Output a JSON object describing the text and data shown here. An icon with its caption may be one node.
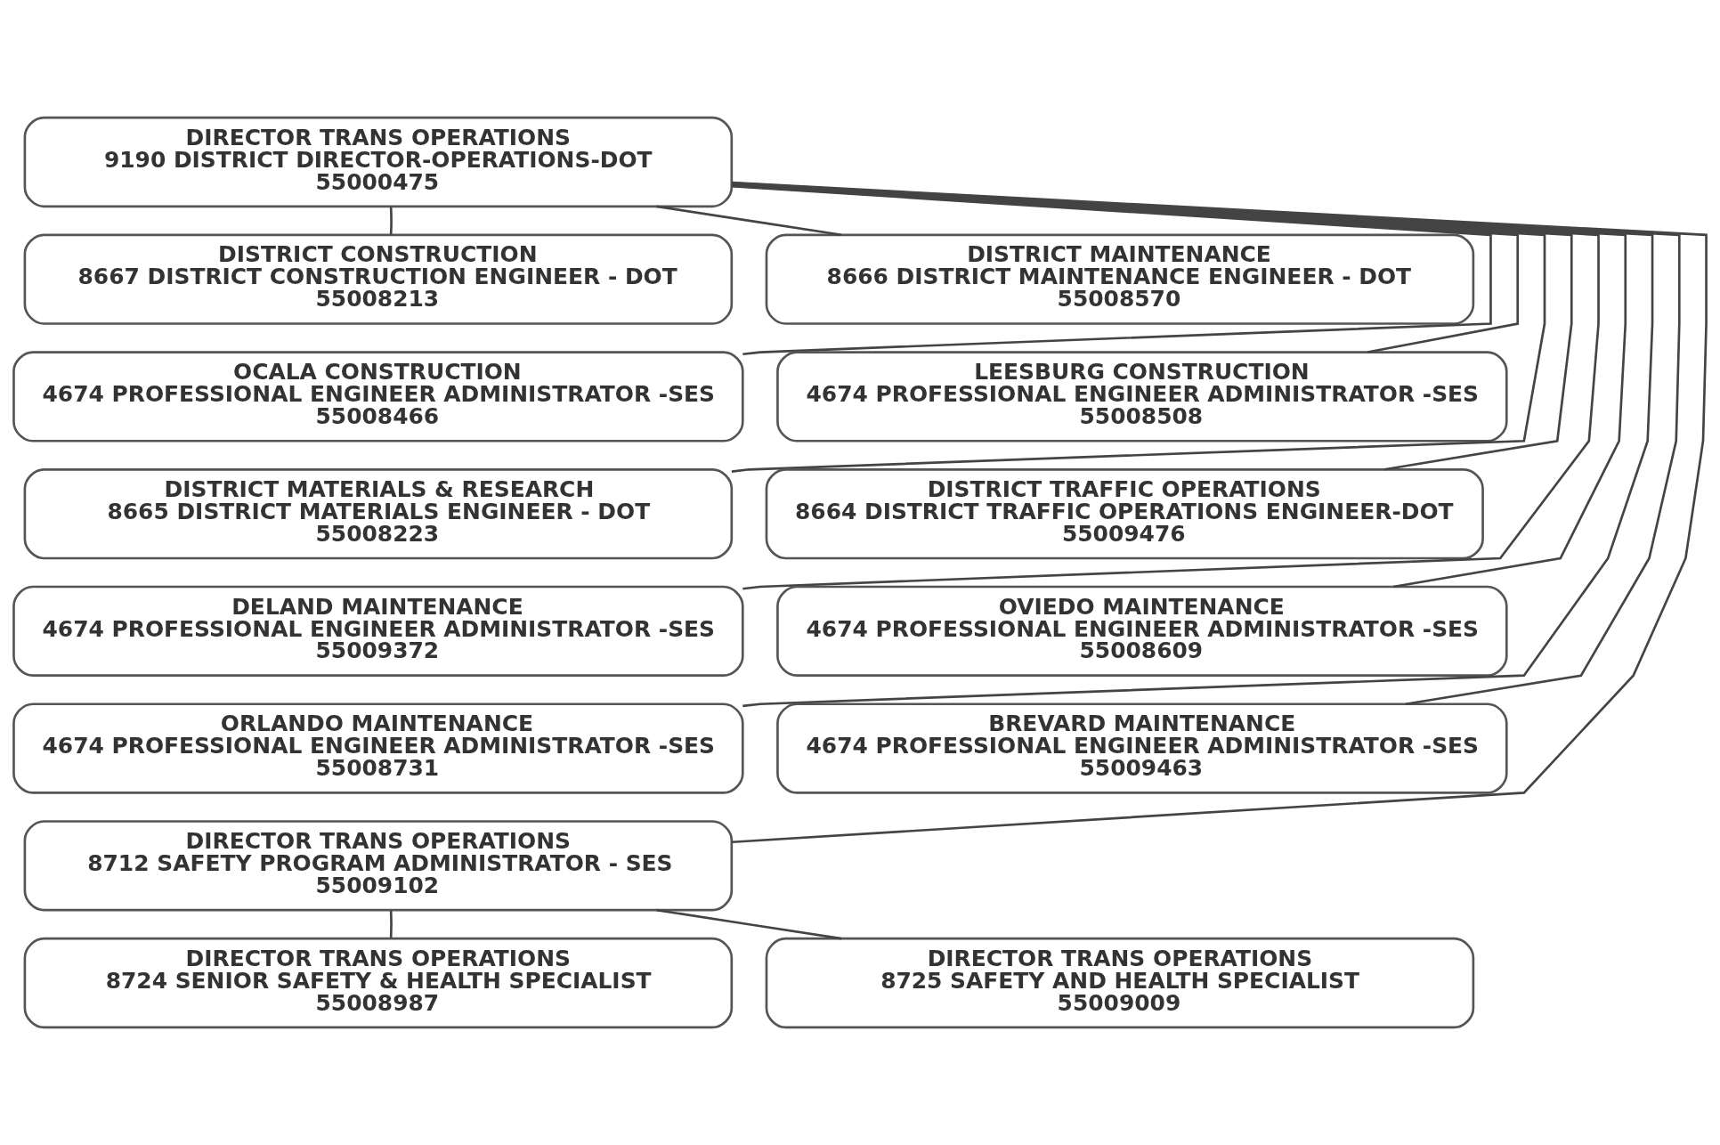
{
  "diagram": {
    "nodes": [
      {
        "text": [
          "DIRECTOR TRANS OPERATIONS",
          "9190 DISTRICT DIRECTOR-OPERATIONS-DOT",
          "55000475"
        ]
      },
      {
        "text": [
          "DISTRICT CONSTRUCTION",
          "8667 DISTRICT CONSTRUCTION ENGINEER - DOT",
          "55008213"
        ]
      },
      {
        "text": [
          "DISTRICT MAINTENANCE",
          "8666 DISTRICT MAINTENANCE ENGINEER - DOT",
          "55008570"
        ]
      },
      {
        "text": [
          "OCALA CONSTRUCTION",
          "4674 PROFESSIONAL ENGINEER ADMINISTRATOR -SES",
          "55008466"
        ]
      },
      {
        "text": [
          "LEESBURG CONSTRUCTION",
          "4674 PROFESSIONAL ENGINEER ADMINISTRATOR -SES",
          "55008508"
        ]
      },
      {
        "text": [
          "DISTRICT MATERIALS & RESEARCH",
          "8665 DISTRICT MATERIALS ENGINEER - DOT",
          "55008223"
        ]
      },
      {
        "text": [
          "DISTRICT TRAFFIC OPERATIONS",
          "8664 DISTRICT TRAFFIC OPERATIONS ENGINEER-DOT",
          "55009476"
        ]
      },
      {
        "text": [
          "DELAND MAINTENANCE",
          "4674 PROFESSIONAL ENGINEER ADMINISTRATOR -SES",
          "55009372"
        ]
      },
      {
        "text": [
          "OVIEDO MAINTENANCE",
          "4674 PROFESSIONAL ENGINEER ADMINISTRATOR -SES",
          "55008609"
        ]
      },
      {
        "text": [
          "ORLANDO MAINTENANCE",
          "4674 PROFESSIONAL ENGINEER ADMINISTRATOR -SES",
          "55008731"
        ]
      },
      {
        "text": [
          "BREVARD MAINTENANCE",
          "4674 PROFESSIONAL ENGINEER ADMINISTRATOR -SES",
          "55009463"
        ]
      },
      {
        "text": [
          "DIRECTOR TRANS OPERATIONS",
          "8712 SAFETY PROGRAM ADMINISTRATOR - SES",
          "55009102"
        ]
      },
      {
        "text": [
          "DIRECTOR TRANS OPERATIONS",
          "8724 SENIOR SAFETY & HEALTH SPECIALIST",
          "55008987"
        ]
      },
      {
        "text": [
          "DIRECTOR TRANS OPERATIONS",
          "8725 SAFETY AND HEALTH SPECIALIST",
          "55009009"
        ]
      }
    ],
    "edges": [
      {
        "from": 0,
        "to": 1,
        "arrow": "none"
      },
      {
        "from": 0,
        "to": 2,
        "arrow": "none"
      },
      {
        "from": 0,
        "to": 3,
        "arrow": "none"
      },
      {
        "from": 0,
        "to": 4,
        "arrow": "none"
      },
      {
        "from": 0,
        "to": 5,
        "arrow": "none"
      },
      {
        "from": 0,
        "to": 6,
        "arrow": "none"
      },
      {
        "from": 0,
        "to": 7,
        "arrow": "none"
      },
      {
        "from": 0,
        "to": 8,
        "arrow": "none"
      },
      {
        "from": 0,
        "to": 9,
        "arrow": "none"
      },
      {
        "from": 0,
        "to": 10,
        "arrow": "none"
      },
      {
        "from": 0,
        "to": 11,
        "arrow": "none"
      },
      {
        "from": 11,
        "to": 12,
        "arrow": "none"
      },
      {
        "from": 11,
        "to": 13,
        "arrow": "none"
      }
    ]
  }
}
